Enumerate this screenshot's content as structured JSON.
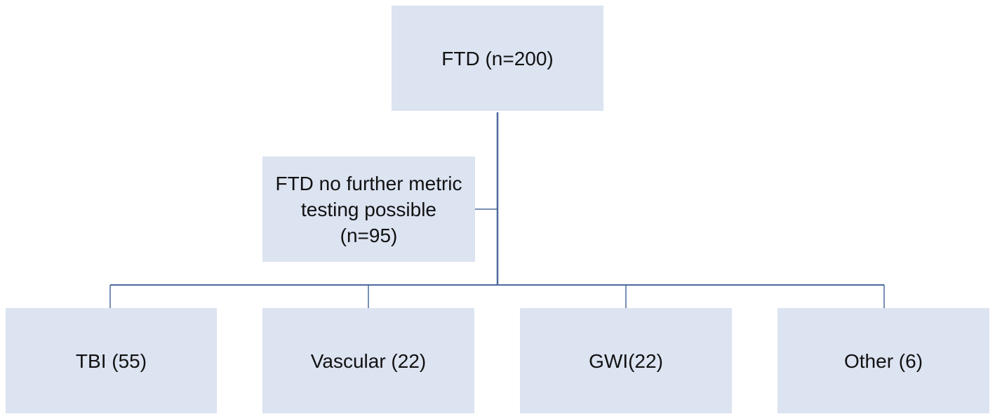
{
  "diagram": {
    "root": {
      "label": "FTD (n=200)"
    },
    "excluded": {
      "label_lines": [
        "FTD no further metric",
        "testing possible",
        "(n=95)"
      ]
    },
    "children": [
      {
        "label": "TBI (55)"
      },
      {
        "label": "Vascular (22)"
      },
      {
        "label": "GWI(22)"
      },
      {
        "label": "Other (6)"
      }
    ]
  },
  "colors": {
    "box_fill": "#dce3f1",
    "connector": "#4a6a9c",
    "text": "#111111"
  }
}
